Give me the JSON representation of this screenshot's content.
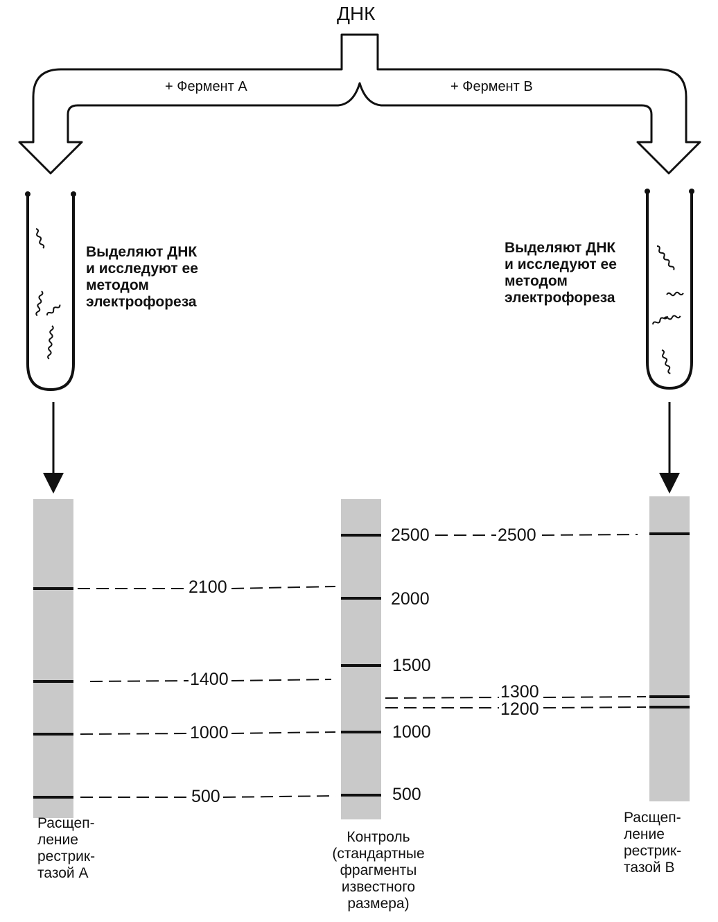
{
  "title": "ДНК",
  "enzyme_a": "+ Фермент А",
  "enzyme_b": "+ Фермент В",
  "note_left": "Выделяют ДНК\nи исследуют ее\nметодом\nэлектрофореза",
  "note_right": "Выделяют ДНК\nи исследуют  ее\nметодом\nэлектрофореза",
  "lane_a": {
    "caption": "Расщеп-\nление\nрестрик-\nтазой А",
    "bands": [
      2100,
      1400,
      1000,
      500
    ]
  },
  "control": {
    "caption": "Контроль\n(стандартные\nфрагменты\nизвестного\nразмера)",
    "bands": [
      2500,
      2000,
      1500,
      1000,
      500
    ]
  },
  "lane_b": {
    "caption": "Расщеп-\nление\nрестрик-\nтазой В",
    "bands": [
      2500,
      1300,
      1200
    ]
  },
  "labels": {
    "a2100": "2100",
    "a1400": "1400",
    "a1000": "1000",
    "a500": "500",
    "c2500": "2500",
    "c2000": "2000",
    "c1500": "1500",
    "c1000": "1000",
    "c500": "500",
    "b2500": "2500",
    "b1300": "1300",
    "b1200": "1200"
  },
  "colors": {
    "ink": "#111111",
    "gel": "#c9c9c9"
  }
}
